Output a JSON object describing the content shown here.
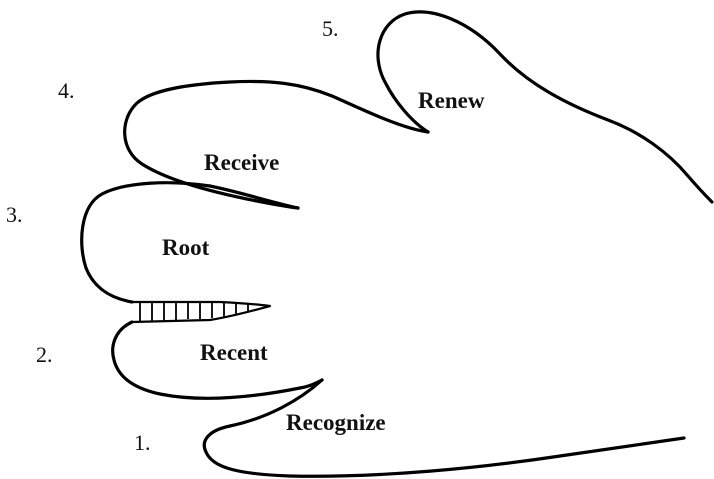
{
  "fingers": [
    {
      "number": "1.",
      "word": "Recognize"
    },
    {
      "number": "2.",
      "word": "Recent"
    },
    {
      "number": "3.",
      "word": "Root"
    },
    {
      "number": "4.",
      "word": "Receive"
    },
    {
      "number": "5.",
      "word": "Renew"
    }
  ]
}
